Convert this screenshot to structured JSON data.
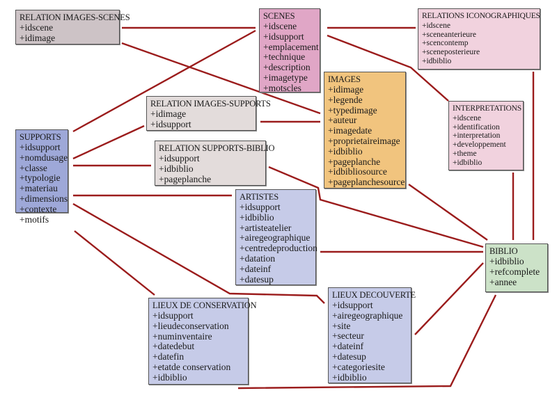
{
  "diagram": {
    "type": "entity-relationship",
    "line_color": "#9b1c1c",
    "entities": [
      {
        "id": "rel-images-scenes",
        "title": "RELATION IMAGES-SCENES",
        "color": "#cdc3c6",
        "fields": [
          "+idscene",
          "+idimage"
        ]
      },
      {
        "id": "scenes",
        "title": "SCENES",
        "color": "#e0a6c6",
        "fields": [
          "+idscene",
          "+idsupport",
          "+emplacement",
          "+technique",
          "+description",
          "+imagetype",
          "+motscles"
        ]
      },
      {
        "id": "rel-icono",
        "title": "RELATIONS ICONOGRAPHIQUES",
        "color": "#f1d2de",
        "fields": [
          "+idscene",
          "+sceneanterieure",
          "+scencontemp",
          "+sceneposterieure",
          "+idbiblio"
        ]
      },
      {
        "id": "images",
        "title": "IMAGES",
        "color": "#f1c47e",
        "fields": [
          "+idimage",
          "+legende",
          "+typedimage",
          "+auteur",
          "+imagedate",
          "+proprietaireimage",
          "+idbiblio",
          "+pageplanche",
          "+idbibliosource",
          "+pageplanchesource"
        ]
      },
      {
        "id": "interpretations",
        "title": "INTERPRETATIONS",
        "color": "#f1d2de",
        "fields": [
          "+idscene",
          "+identification",
          "+interpretation",
          "+developpement",
          "+theme",
          "+idbiblio"
        ]
      },
      {
        "id": "rel-images-supports",
        "title": "RELATION IMAGES-SUPPORTS",
        "color": "#e3dcdb",
        "fields": [
          "+idimage",
          "+idsupport"
        ]
      },
      {
        "id": "rel-supports-biblio",
        "title": "RELATION SUPPORTS-BIBLIO",
        "color": "#e3dcdb",
        "fields": [
          "+idsupport",
          "+idbiblio",
          "+pageplanche"
        ]
      },
      {
        "id": "supports",
        "title": "SUPPORTS",
        "color": "#9ea8d8",
        "fields": [
          "+idsupport",
          "+nomdusage",
          "+classe",
          "+typologie",
          "+materiau",
          "+dimensions",
          "+contexte",
          "+motifs"
        ]
      },
      {
        "id": "artistes",
        "title": "ARTISTES",
        "color": "#c6cbe8",
        "fields": [
          "+idsupport",
          "+idbiblio",
          "+artisteatelier",
          "+airegeographique",
          "+centredeproduction",
          "+datation",
          "+dateinf",
          "+datesup"
        ]
      },
      {
        "id": "biblio",
        "title": "BIBLIO",
        "color": "#cce2c8",
        "fields": [
          "+idbiblio",
          "+refcomplete",
          "+annee"
        ]
      },
      {
        "id": "lieux-conservation",
        "title": "LIEUX DE CONSERVATION",
        "color": "#c6cbe8",
        "fields": [
          "+idsupport",
          "+lieudeconservation",
          "+numinventaire",
          "+datedebut",
          "+datefin",
          "+etatde conservation",
          "+idbiblio"
        ]
      },
      {
        "id": "lieux-decouverte",
        "title": "LIEUX DECOUVERTE",
        "color": "#c6cbe8",
        "fields": [
          "+idsupport",
          "+airegeographique",
          "+site",
          "+secteur",
          "+dateinf",
          "+datesup",
          "+categoriesite",
          "+idbiblio"
        ]
      }
    ],
    "links": [
      {
        "from": "rel-images-scenes",
        "to": "scenes"
      },
      {
        "from": "rel-images-scenes",
        "to": "images"
      },
      {
        "from": "scenes",
        "to": "supports"
      },
      {
        "from": "scenes",
        "to": "rel-icono"
      },
      {
        "from": "scenes",
        "to": "interpretations"
      },
      {
        "from": "rel-images-supports",
        "to": "supports"
      },
      {
        "from": "rel-images-supports",
        "to": "images"
      },
      {
        "from": "rel-supports-biblio",
        "to": "supports"
      },
      {
        "from": "rel-supports-biblio",
        "to": "biblio"
      },
      {
        "from": "supports",
        "to": "artistes"
      },
      {
        "from": "supports",
        "to": "lieux-decouverte"
      },
      {
        "from": "supports",
        "to": "lieux-conservation"
      },
      {
        "from": "images",
        "to": "biblio"
      },
      {
        "from": "artistes",
        "to": "biblio"
      },
      {
        "from": "interpretations",
        "to": "biblio"
      },
      {
        "from": "rel-icono",
        "to": "biblio"
      },
      {
        "from": "lieux-decouverte",
        "to": "biblio"
      },
      {
        "from": "lieux-conservation",
        "to": "biblio"
      }
    ]
  }
}
